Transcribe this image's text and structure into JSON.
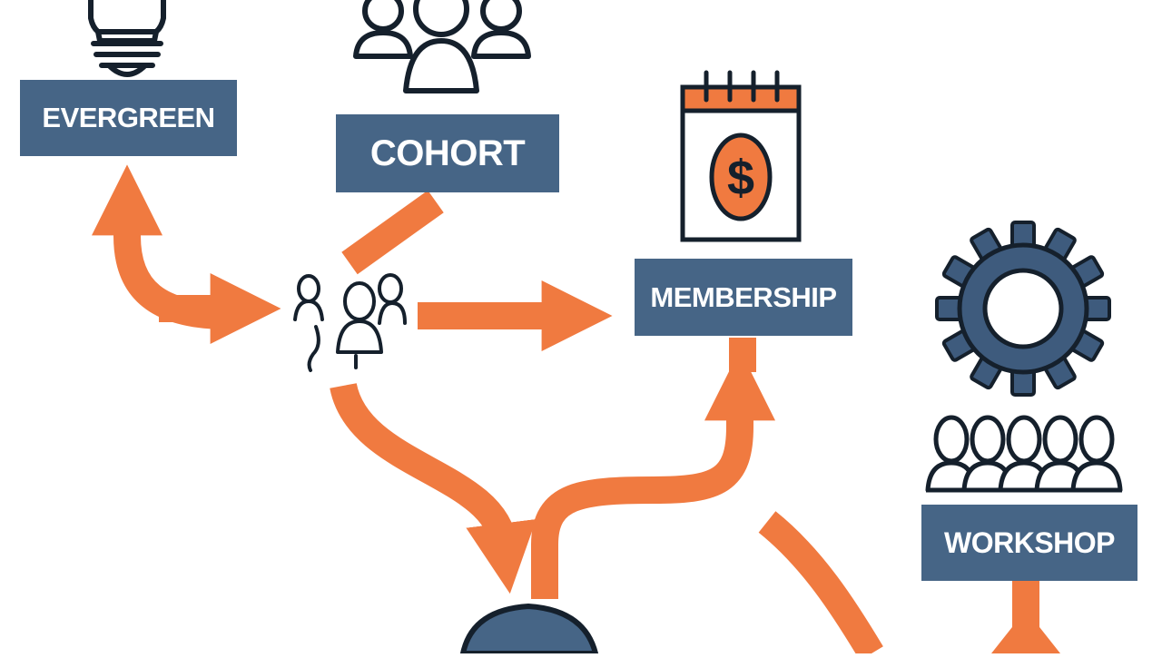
{
  "diagram": {
    "colors": {
      "box_fill": "#466586",
      "box_text": "#ffffff",
      "arrow": "#F07A40",
      "outline": "#15202c",
      "coin": "#F07A40",
      "gear": "#3E5B7D"
    },
    "nodes": {
      "evergreen": {
        "label": "EVERGREEN",
        "icon": "lightbulb-icon"
      },
      "cohort": {
        "label": "COHORT",
        "icon": "group-icon"
      },
      "membership": {
        "label": "MEMBERSHIP",
        "icon": "calendar-dollar-icon"
      },
      "workshop": {
        "label": "WORKSHOP",
        "icon": "gear-icon"
      },
      "hub": {
        "icon": "people-icon"
      }
    }
  }
}
